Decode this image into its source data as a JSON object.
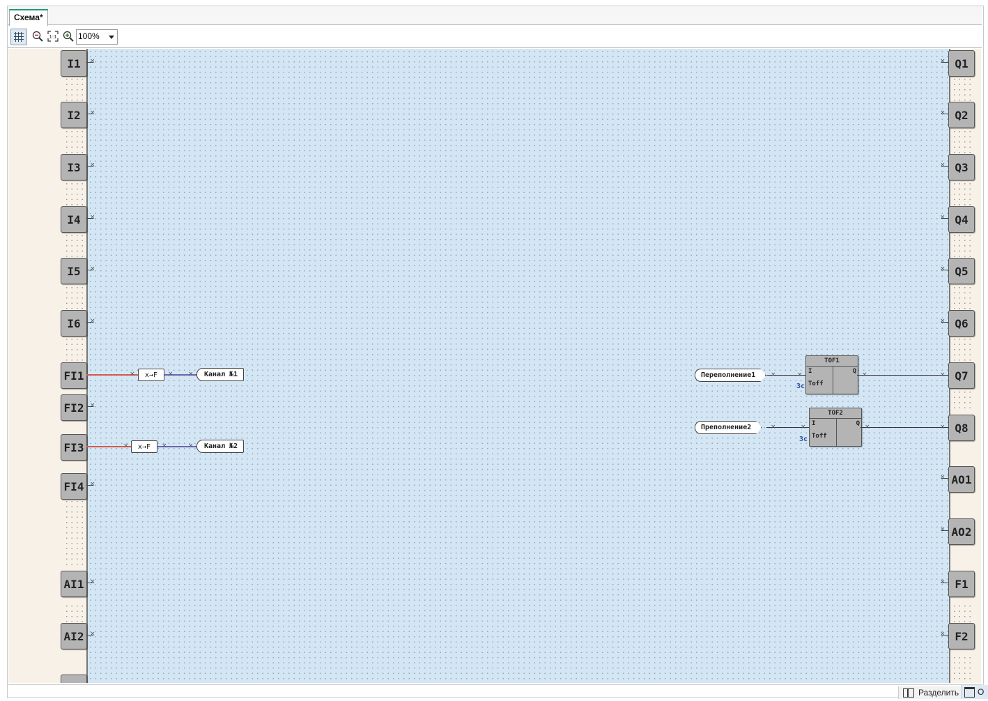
{
  "tab": {
    "title": "Схема*"
  },
  "toolbar": {
    "zoom": "100%"
  },
  "inputs": [
    {
      "id": "i1",
      "label": "I1"
    },
    {
      "id": "i2",
      "label": "I2"
    },
    {
      "id": "i3",
      "label": "I3"
    },
    {
      "id": "i4",
      "label": "I4"
    },
    {
      "id": "i5",
      "label": "I5"
    },
    {
      "id": "i6",
      "label": "I6"
    },
    {
      "id": "fi1",
      "label": "FI1"
    },
    {
      "id": "fi2",
      "label": "FI2"
    },
    {
      "id": "fi3",
      "label": "FI3"
    },
    {
      "id": "fi4",
      "label": "FI4"
    },
    {
      "id": "ai1",
      "label": "AI1"
    },
    {
      "id": "ai2",
      "label": "AI2"
    }
  ],
  "outputs": [
    {
      "id": "q1",
      "label": "Q1"
    },
    {
      "id": "q2",
      "label": "Q2"
    },
    {
      "id": "q3",
      "label": "Q3"
    },
    {
      "id": "q4",
      "label": "Q4"
    },
    {
      "id": "q5",
      "label": "Q5"
    },
    {
      "id": "q6",
      "label": "Q6"
    },
    {
      "id": "q7",
      "label": "Q7"
    },
    {
      "id": "q8",
      "label": "Q8"
    },
    {
      "id": "ao1",
      "label": "AO1"
    },
    {
      "id": "ao2",
      "label": "AO2"
    },
    {
      "id": "f1",
      "label": "F1"
    },
    {
      "id": "f2",
      "label": "F2"
    }
  ],
  "converters": {
    "c1": "x→F",
    "c2": "x→F"
  },
  "channels": {
    "ch1": "Канал №1",
    "ch2": "Канал №2"
  },
  "signals": {
    "s1": "Переполнение1",
    "s2": "Преполнение2"
  },
  "timers": [
    {
      "name": "TOF1",
      "in": "I",
      "time_pin": "Toff",
      "out": "Q",
      "param": "3с"
    },
    {
      "name": "TOF2",
      "in": "I",
      "time_pin": "Toff",
      "out": "Q",
      "param": "3с"
    }
  ],
  "statusbar": {
    "split": "Разделить",
    "o": "О"
  },
  "colors": {
    "canvas": "#d4e6f3",
    "strip": "#f8f1e7",
    "block": "#b4b4b4",
    "wire_red": "#d65a4c",
    "wire_blue": "#6f64b1",
    "tab_accent": "#1f9a7a"
  }
}
